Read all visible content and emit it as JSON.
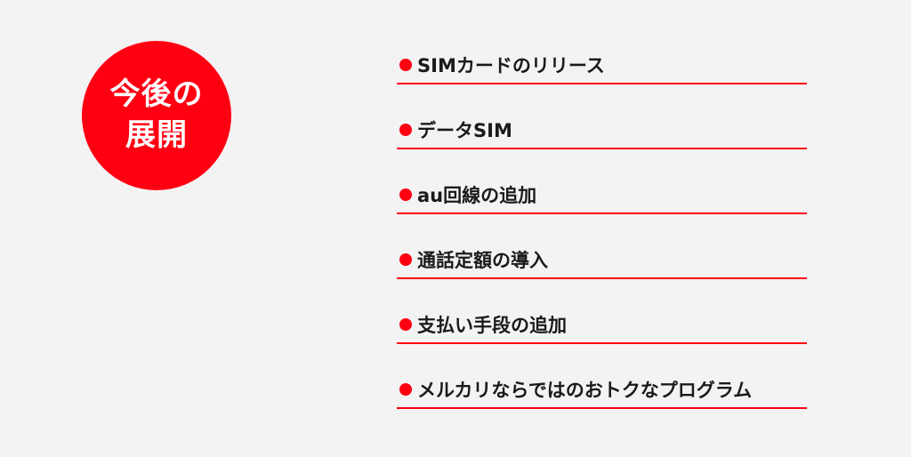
{
  "badge": {
    "line1": "今後の",
    "line2": "展開"
  },
  "items": [
    {
      "label": "SIMカードのリリース"
    },
    {
      "label": "データSIM"
    },
    {
      "label": "au回線の追加"
    },
    {
      "label": "通話定額の導入"
    },
    {
      "label": "支払い手段の追加"
    },
    {
      "label": "メルカリならではのおトクなプログラム"
    }
  ],
  "colors": {
    "accent": "#ff0012",
    "background": "#f4f3f4",
    "text": "#1a1a1a"
  }
}
